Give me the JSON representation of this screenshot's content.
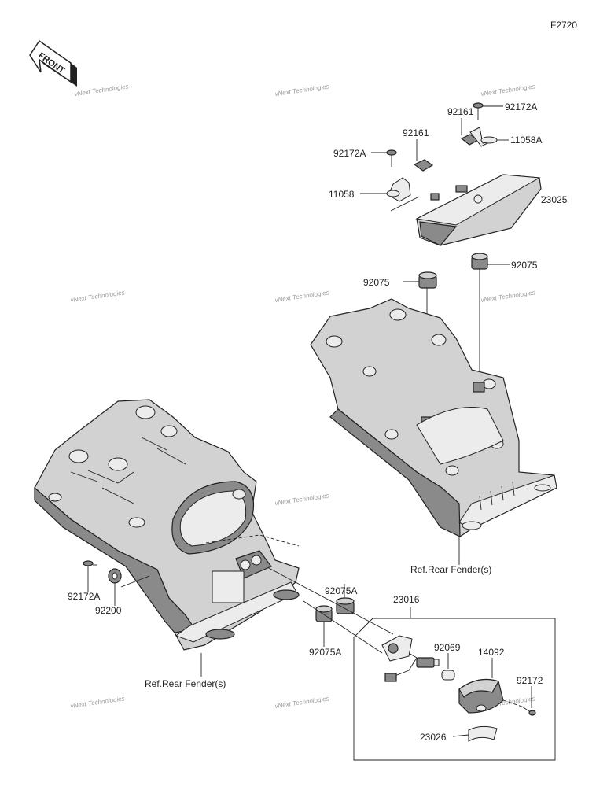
{
  "figure_code": "F2720",
  "front_badge": "FRONT",
  "watermark": "vNext Technologies",
  "labels": {
    "p92172A_top": "92172A",
    "p11058A": "11058A",
    "p92161_a": "92161",
    "p92161_b": "92161",
    "p92172A_mid": "92172A",
    "p11058": "11058",
    "p23025": "23025",
    "p92075_r": "92075",
    "p92075_l": "92075",
    "ref_upper": "Ref.Rear Fender(s)",
    "p23016": "23016",
    "p92075A_top": "92075A",
    "p92075A_bot": "92075A",
    "p92172A_low": "92172A",
    "p92200": "92200",
    "ref_lower": "Ref.Rear Fender(s)",
    "p92069": "92069",
    "p14092": "14092",
    "p92172": "92172",
    "p23026": "23026"
  }
}
